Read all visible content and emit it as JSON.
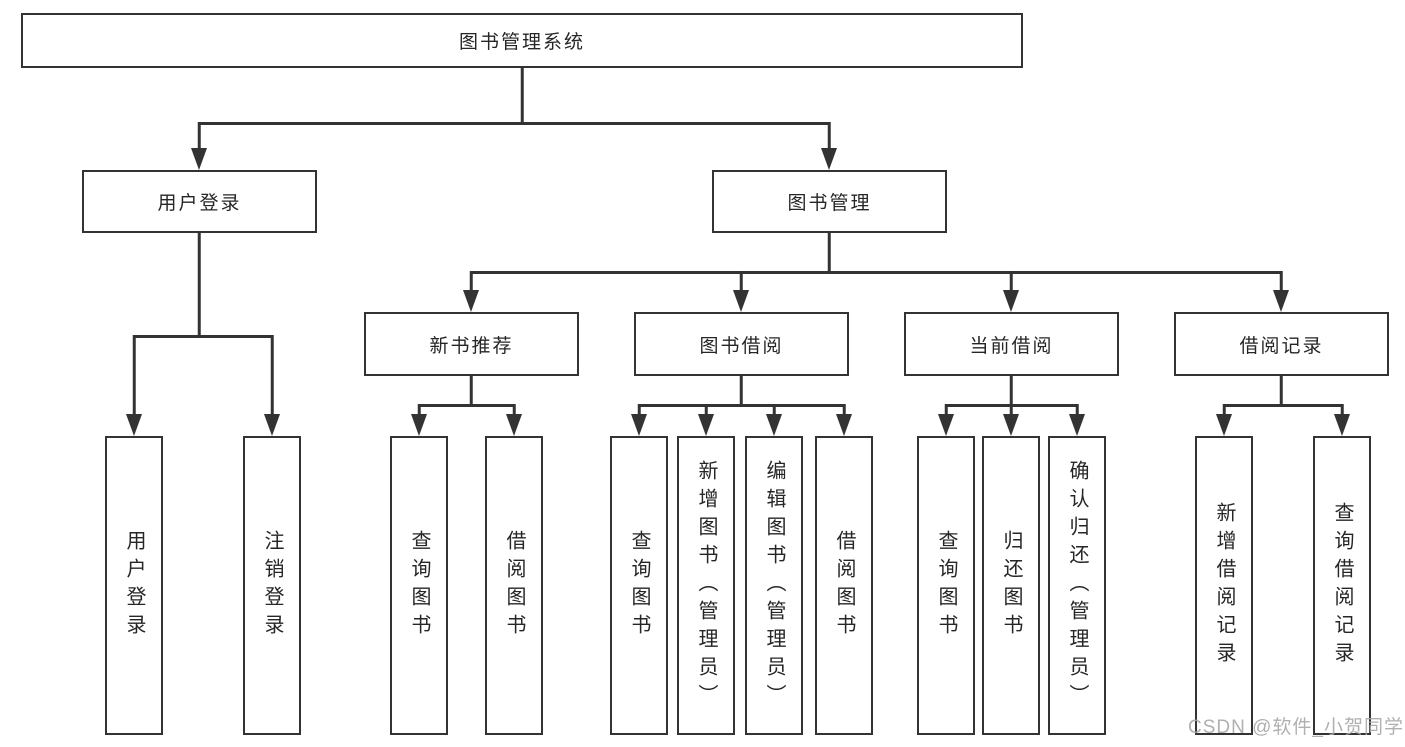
{
  "colors": {
    "line": "#333333",
    "text": "#262626",
    "background": "#ffffff",
    "watermark": "#a8a8a8"
  },
  "watermark": "CSDN @软件_小贺同学",
  "tree": {
    "root": {
      "label": "图书管理系统"
    },
    "branches": [
      {
        "label": "用户登录",
        "children": [
          {
            "label": "用户登录"
          },
          {
            "label": "注销登录"
          }
        ]
      },
      {
        "label": "图书管理",
        "children": [
          {
            "label": "新书推荐",
            "children": [
              {
                "label": "查询图书"
              },
              {
                "label": "借阅图书"
              }
            ]
          },
          {
            "label": "图书借阅",
            "children": [
              {
                "label": "查询图书"
              },
              {
                "label": "新增图书（管理员）"
              },
              {
                "label": "编辑图书（管理员）"
              },
              {
                "label": "借阅图书"
              }
            ]
          },
          {
            "label": "当前借阅",
            "children": [
              {
                "label": "查询图书"
              },
              {
                "label": "归还图书"
              },
              {
                "label": "确认归还（管理员）"
              }
            ]
          },
          {
            "label": "借阅记录",
            "children": [
              {
                "label": "新增借阅记录"
              },
              {
                "label": "查询借阅记录"
              }
            ]
          }
        ]
      }
    ]
  }
}
